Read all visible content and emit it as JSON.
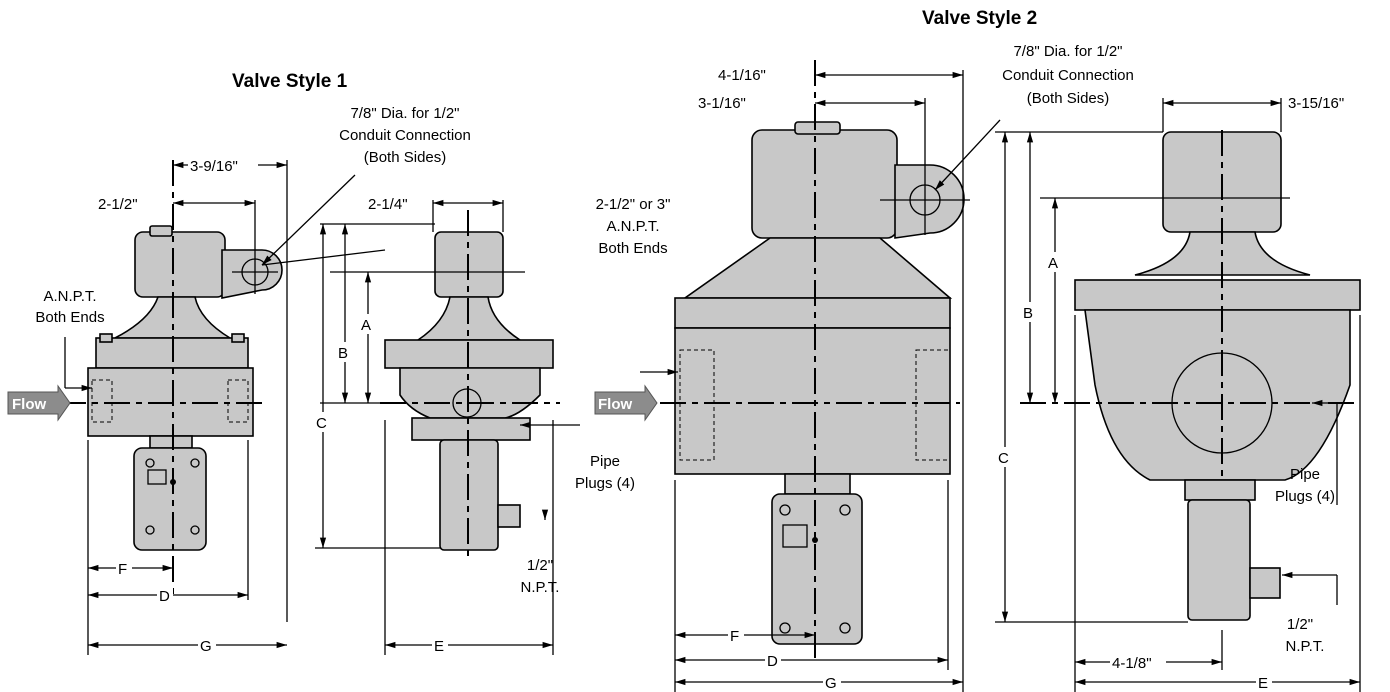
{
  "style1": {
    "title": "Valve Style 1",
    "conduit": [
      "7/8\" Dia. for 1/2\"",
      "Conduit Connection",
      "(Both Sides)"
    ],
    "dim_3_9_16": "3-9/16\"",
    "dim_2_1_2": "2-1/2\"",
    "dim_2_1_4": "2-1/4\"",
    "anpt": [
      "A.N.P.T.",
      "Both Ends"
    ],
    "flow": "Flow",
    "pipe_plugs": [
      "Pipe",
      "Plugs (4)"
    ],
    "npt": [
      "1/2\"",
      "N.P.T."
    ],
    "A": "A",
    "B": "B",
    "C": "C",
    "D": "D",
    "E": "E",
    "F": "F",
    "G": "G"
  },
  "style2": {
    "title": "Valve Style 2",
    "conduit": [
      "7/8\" Dia. for 1/2\"",
      "Conduit Connection",
      "(Both Sides)"
    ],
    "dim_4_1_16": "4-1/16\"",
    "dim_3_1_16": "3-1/16\"",
    "dim_3_15_16": "3-15/16\"",
    "anpt": [
      "2-1/2\" or 3\"",
      "A.N.P.T.",
      "Both Ends"
    ],
    "flow": "Flow",
    "pipe_plugs": [
      "Pipe",
      "Plugs (4)"
    ],
    "npt": [
      "1/2\"",
      "N.P.T."
    ],
    "dim_4_1_8": "4-1/8\"",
    "A": "A",
    "B": "B",
    "C": "C",
    "D": "D",
    "E": "E",
    "F": "F",
    "G": "G"
  },
  "colors": {
    "body": "#c8c8c8",
    "dark": "#8c8c8c",
    "flow_arrow": "#8c8c8c"
  }
}
